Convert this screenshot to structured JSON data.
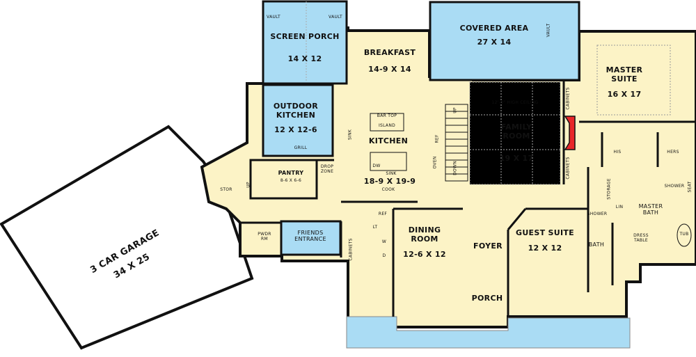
{
  "colors": {
    "interior": "#fcf3c6",
    "exterior": "#aadcf4",
    "wall": "#111111",
    "fireplace": "#e8262a",
    "garage": "#ffffff"
  },
  "rooms": {
    "screen_porch": {
      "name": "SCREEN PORCH",
      "size": "14 X 12",
      "note_left": "VAULT",
      "note_right": "VAULT"
    },
    "covered_area": {
      "name": "COVERED AREA",
      "size": "27 X 14",
      "note": "VAULT"
    },
    "breakfast": {
      "name": "BREAKFAST",
      "size": "14-9 X 14"
    },
    "master_suite": {
      "name": "MASTER SUITE",
      "size": "16 X 17"
    },
    "outdoor_kitchen": {
      "name": "OUTDOOR KITCHEN",
      "size": "12 X 12-6",
      "grill": "GRILL"
    },
    "kitchen": {
      "name": "KITCHEN",
      "size": "18-9 X 19-9",
      "bar_top": "BAR TOP",
      "island": "ISLAND",
      "sink": "SINK",
      "dw": "DW",
      "cook": "COOK",
      "ref": "REF",
      "oven": "OVEN",
      "sink2": "SINK"
    },
    "family_room": {
      "name": "FAMILY ROOM",
      "size": "19 X 17",
      "ceiling": "12'-0\" HIGH CEILING",
      "cabinets": "CABINETS"
    },
    "stairs": {
      "up": "UP",
      "down": "DOWN"
    },
    "pantry": {
      "name": "PANTRY",
      "size": "8-6 X 6-6"
    },
    "drop_zone": {
      "name": "DROP ZONE"
    },
    "stor": {
      "name": "STOR"
    },
    "garage": {
      "name": "3 CAR GARAGE",
      "size": "34 X 25",
      "up": "UP"
    },
    "pwdr_rm": {
      "name": "PWDR RM"
    },
    "friends_entrance": {
      "name": "FRIENDS ENTRANCE"
    },
    "butler": {
      "cabinets": "CABINETS",
      "ref": "REF",
      "lt": "LT",
      "w": "W",
      "d": "D"
    },
    "dining_room": {
      "name": "DINING ROOM",
      "size": "12-6 X 12"
    },
    "foyer": {
      "name": "FOYER"
    },
    "guest_suite": {
      "name": "GUEST SUITE",
      "size": "12 X 12"
    },
    "guest_bath": {
      "name": "BATH",
      "shower": "SHOWER"
    },
    "master_bath": {
      "name": "MASTER BATH",
      "his": "HIS",
      "hers": "HERS",
      "shower": "SHOWER",
      "seat": "SEAT",
      "tub": "TUB",
      "lin": "LIN",
      "storage": "STORAGE",
      "dress_table": "DRESS TABLE"
    },
    "porch": {
      "name": "PORCH"
    }
  }
}
